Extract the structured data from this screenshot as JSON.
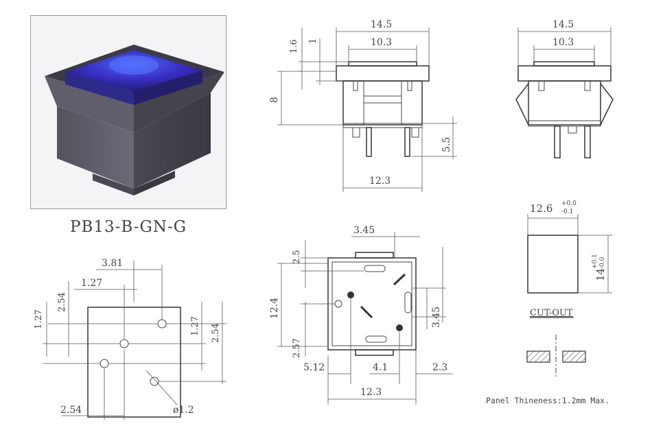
{
  "product": {
    "model": "PB13-B-GN-G"
  },
  "side_view": {
    "width_outer": "14.5",
    "width_inner": "10.3",
    "cap_height": "1.6",
    "cap_step": "1",
    "body_height": "8",
    "pin_length": "5.5",
    "base_width": "12.3"
  },
  "back_view": {
    "width_outer": "14.5",
    "width_inner": "10.3"
  },
  "pcb_layout": {
    "d1": "3.81",
    "d2": "1.27",
    "d3": "2.54",
    "d4": "1.27",
    "d5": "1.27",
    "d6": "2.54",
    "d7": "2.54",
    "hole": "ø1.2"
  },
  "bottom_view": {
    "top_offset": "2.5",
    "top_width": "3.45",
    "height": "12.4",
    "right_height": "3.45",
    "left_lower": "2.57",
    "left_bottom": "5.12",
    "mid_bottom": "4.1",
    "right_bottom": "2.3",
    "base_width": "12.3"
  },
  "cutout": {
    "width": "12.6",
    "width_tol_upper": "+0.0",
    "width_tol_lower": "-0.1",
    "height": "14",
    "height_tol_upper": "+0.1",
    "height_tol_lower": "-0.0",
    "label": "CUT-OUT"
  },
  "panel_note": "Panel Thineness:1.2mm Max."
}
